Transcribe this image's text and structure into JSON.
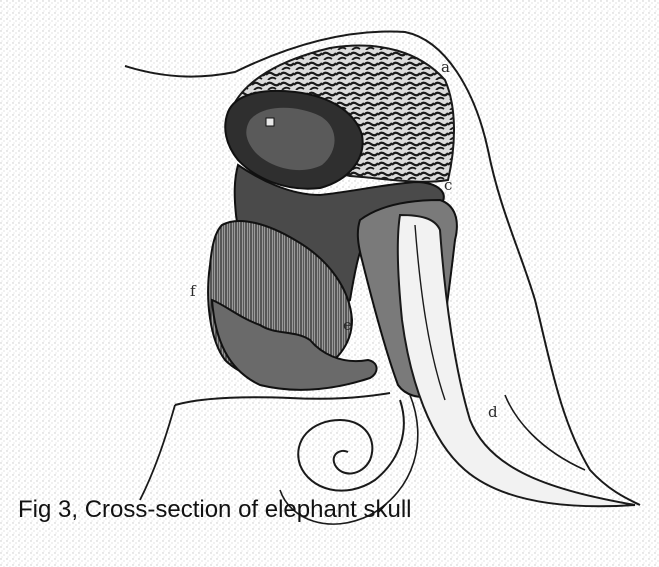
{
  "figure": {
    "caption": "Fig 3, Cross-section of elephant skull",
    "letter_labels": {
      "a": "a",
      "c": "c",
      "d": "d",
      "e": "e",
      "f": "f"
    },
    "colors": {
      "background": "#ffffff",
      "stipple": "#c8c8c8",
      "ink": "#1a1a1a",
      "bone_dark": "#3a3a3a",
      "tusk_fill": "#f2f2f2"
    }
  }
}
